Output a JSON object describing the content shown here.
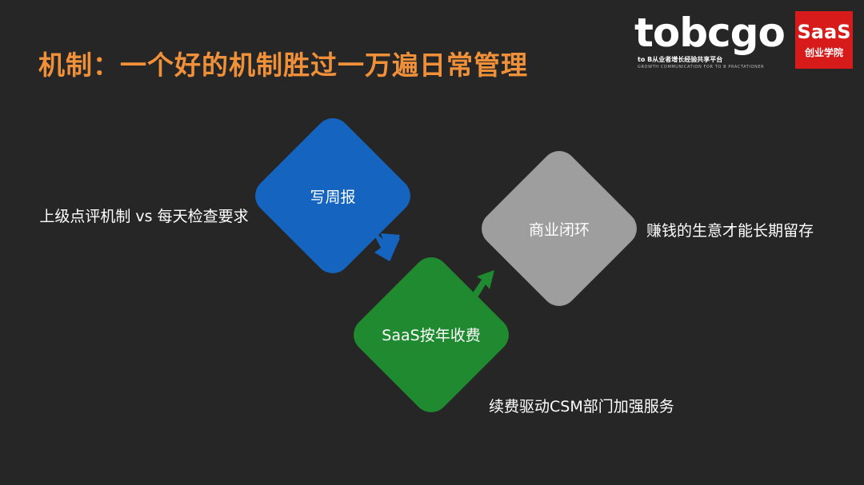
{
  "title": "机制：一个好的机制胜过一万遍日常管理",
  "logos": {
    "tobcgo_word": "tobcgo",
    "tobcgo_sub": "to B从业者增长经验共享平台",
    "tobcgo_tag": "GROWTH COMMUNICATION FOR TO B PRACTATIONER",
    "saas_big": "SaaS",
    "saas_small": "创业学院"
  },
  "diagram": {
    "nodes": [
      {
        "label": "写周报",
        "color": "#1565c0"
      },
      {
        "label": "SaaS按年收费",
        "color": "#1f8a2f"
      },
      {
        "label": "商业闭环",
        "color": "#9e9e9e"
      }
    ],
    "notes": {
      "left": "上级点评机制 vs 每天检查要求",
      "right": "赚钱的生意才能长期留存",
      "bottom": "续费驱动CSM部门加强服务"
    },
    "arrow_colors": {
      "blue": "#1565c0",
      "green": "#1f8a2f"
    }
  },
  "colors": {
    "background": "#262626",
    "title": "#f0913a",
    "brand_red": "#d71a1a"
  }
}
